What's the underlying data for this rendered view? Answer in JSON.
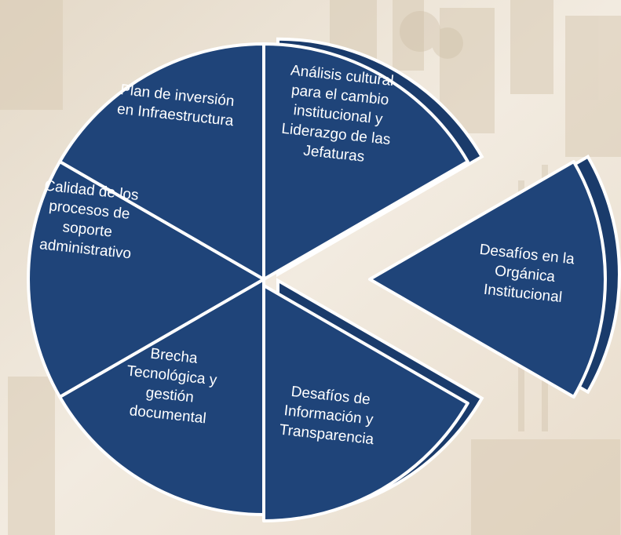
{
  "colors": {
    "segment_fill": "#1f4479",
    "segment_side": "#1a3b6b",
    "stroke": "#ffffff",
    "background": "#efe6d8"
  },
  "segments": [
    {
      "lines": [
        "Análisis cultural",
        "para el cambio",
        "institucional y",
        "Liderazgo de las",
        "Jefaturas"
      ]
    },
    {
      "lines": [
        "Desafíos en la",
        "Orgánica",
        "Institucional"
      ]
    },
    {
      "lines": [
        "Desafíos de",
        "Información y",
        "Transparencia"
      ]
    },
    {
      "lines": [
        "Brecha",
        "Tecnológica y",
        "gestión",
        "documental"
      ]
    },
    {
      "lines": [
        "Calidad de los",
        "procesos de",
        "soporte",
        "administrativo"
      ]
    },
    {
      "lines": [
        "Plan de inversión",
        "en Infraestructura"
      ]
    }
  ]
}
